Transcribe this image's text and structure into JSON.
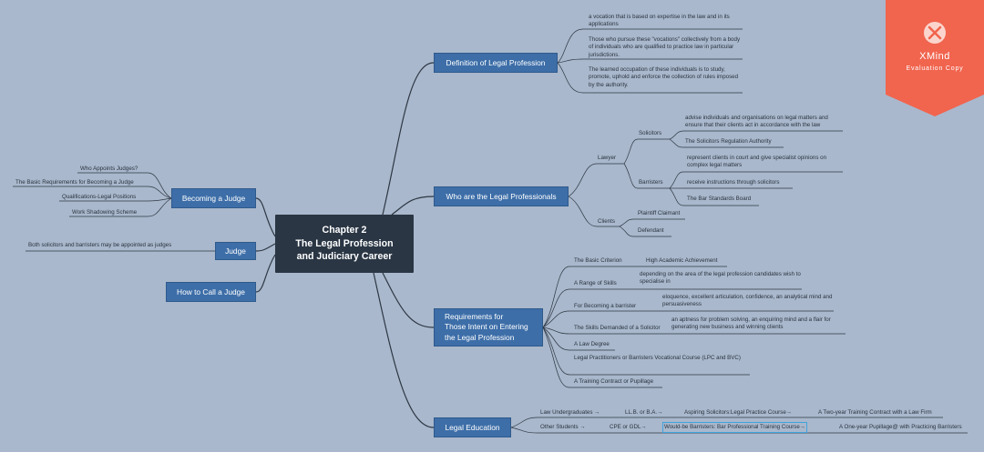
{
  "center": {
    "line1": "Chapter 2",
    "line2": "The Legal Profession",
    "line3": "and Judiciary Career"
  },
  "watermark": {
    "name": "XMind",
    "subtitle": "Evaluation Copy",
    "color": "#f1644e"
  },
  "colors": {
    "background": "#a9b8cc",
    "topic": "#3d6ea8",
    "central": "#2a3644",
    "line": "#2d3744",
    "selection": "#41a3dd"
  },
  "left": {
    "becoming_judge": {
      "label": "Becoming a Judge",
      "items": [
        "Who Appoints Judges?",
        "The Basic Requirements for Becoming a Judge",
        "Qualifications-Legal Positions",
        "Work Shadowing Scheme"
      ]
    },
    "judge": {
      "label": "Judge",
      "note": "Both solicitors and barristers may be appointed as judges"
    },
    "how_to_call": {
      "label": "How to Call a Judge"
    }
  },
  "right": {
    "definition": {
      "label": "Definition of Legal Profession",
      "items": [
        "a vocation that is based on expertise in the law  and in its applications",
        "Those who pursue these \"vocations\" collectively from a body of individuals who are qualified to practice law in particular jurisdictions.",
        "The learned occupation of these individuals is to study, promote, uphold and enforce the collection of rules imposed by the authority."
      ]
    },
    "professionals": {
      "label": "Who are the Legal Professionals",
      "lawyer": "Lawyer",
      "solicitors": {
        "label": "Solicitors",
        "items": [
          "advise individuals and organisations on legal matters and ensure that their clients act in accordance with the law",
          "The Solicitors Regulation Authority"
        ]
      },
      "barristers": {
        "label": "Barristers",
        "items": [
          "represent clients in court and give specialist opinions on complex legal matters",
          "receive instructions through solicitors",
          "The Bar Standards Board"
        ]
      },
      "clients": {
        "label": "Clients",
        "items": [
          "Plaintiff Claimant",
          "Defendant"
        ]
      }
    },
    "requirements": {
      "label": "Requirements for Those Intent on Entering the Legal Profession",
      "label_lines": [
        "Requirements for",
        "Those Intent on Entering",
        "the Legal Profession"
      ],
      "basic_criterion": "The Basic Criterion",
      "basic_value": "High Academic Achievement",
      "range_skills": "A Range of Skills",
      "range_value": "depending on the area of the legal profession candidates wish to specialise in",
      "barrister": "For Becoming a barrister",
      "barrister_value": "eloquence, excellent articulation, confidence, an analytical mind and persuasiveness",
      "solicitor": "The Skills Demanded of a Solicitor",
      "solicitor_value": "an aptness for problem solving, an enquiring mind and a flair for generating new business and winning clients",
      "law_degree": "A Law Degree",
      "vocational": "Legal Practitioners or Barristers Vocational Course (LPC and BVC)",
      "training": "A Training Contract or Pupillage"
    },
    "education": {
      "label": "Legal Education",
      "row1": [
        "Law Undergraduates →",
        "LL.B. or B.A.→",
        "Aspiring Solicitors:Legal Practice Course→",
        "A Two-year Training Contract with a Law Firm"
      ],
      "row2": [
        "Other Students →",
        "CPE or GDL→",
        "Would-be Barristers: Bar Professional Training Course→",
        "A One-year Pupillage@ with Practicing Barristers"
      ]
    }
  }
}
